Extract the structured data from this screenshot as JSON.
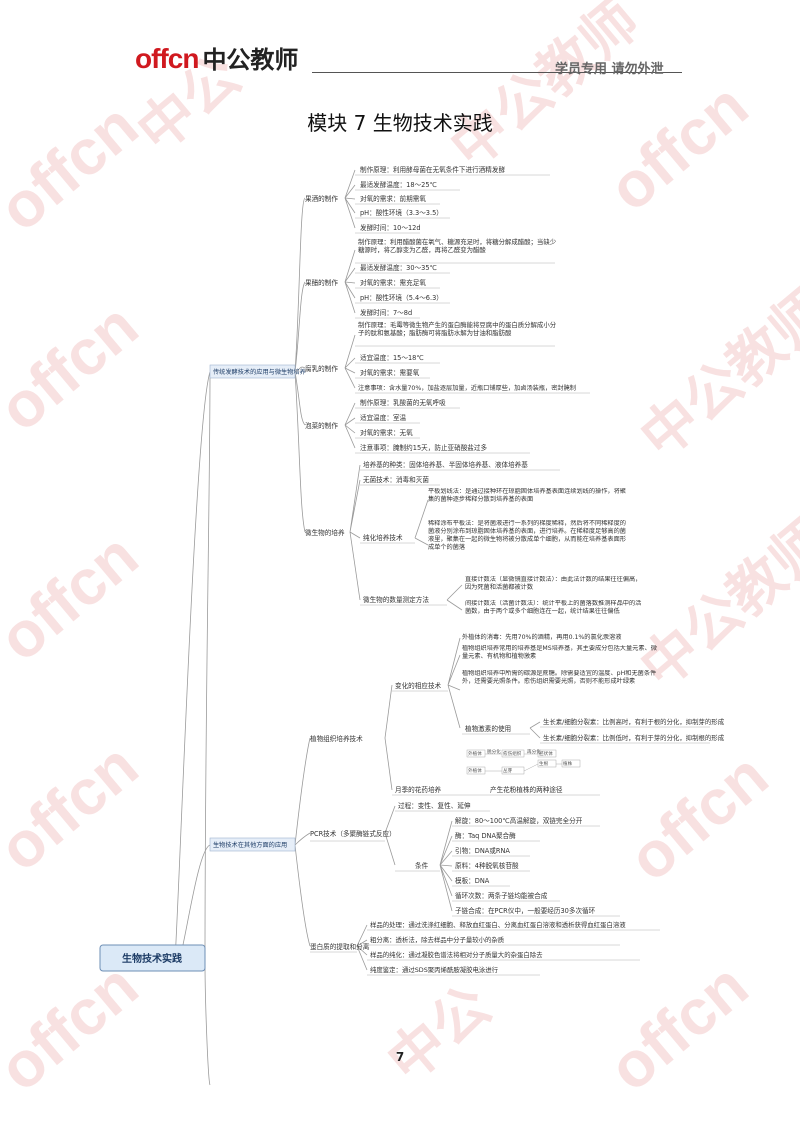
{
  "header": {
    "logo_brand": "offcn",
    "logo_cn": "中公教师",
    "right_text": "学员专用 请勿外泄"
  },
  "title": "模块 7 生物技术实践",
  "page_number": "7",
  "colors": {
    "brand_red": "#d0191f",
    "root_fill": "#dbe9f7",
    "l1_fill": "#e6eef8",
    "line": "#9a9a9a",
    "watermark": "#f3c9c9"
  },
  "mindmap": {
    "root": "生物技术实践",
    "branch_a": "传统发酵技术的应用与微生物培养",
    "branch_b": "生物技术在其他方面的应用",
    "guojiu": "果酒的制作",
    "guojiu_items": [
      "制作原理：利用酵母菌在无氧条件下进行酒精发酵",
      "最适发酵温度：18～25℃",
      "对氧的需求：前期需氧",
      "pH：酸性环境（3.3～3.5）",
      "发酵时间：10～12d"
    ],
    "guocu": "果醋的制作",
    "guocu_items": [
      "制作原理：利用醋酸菌在氧气、糖源充足时，将糖分解成醋酸；当缺少糖源时，将乙醇变为乙醛，再将乙醛变为醋酸",
      "最适发酵温度：30～35℃",
      "对氧的需求：需充足氧",
      "pH：酸性环境（5.4～6.3）",
      "发酵时间：7～8d"
    ],
    "furu": "腐乳的制作",
    "furu_items": [
      "制作原理：毛霉等微生物产生的蛋白酶能将豆腐中的蛋白质分解成小分子的肽和氨基酸；脂肪酶可将脂肪水解为甘油和脂肪酸",
      "适宜温度：15～18℃",
      "对氧的需求：需要氧",
      "注意事项：含水量70%，加盐逐层加量，近瓶口铺厚些，加卤汤装瓶，密封腌制"
    ],
    "paocai": "泡菜的制作",
    "paocai_items": [
      "制作原理：乳酸菌的无氧呼吸",
      "适宜温度：室温",
      "对氧的需求：无氧",
      "注意事项：腌制约15天，防止亚硝酸盐过多"
    ],
    "weisw": "微生物的培养",
    "peiyangji": "培养基的种类：固体培养基、半固体培养基、液体培养基",
    "wujun": "无菌技术：消毒和灭菌",
    "chunhua": "纯化培养技术",
    "pingban": "平板划线法：是通过接种环在琼脂固体培养基表面连续划线的操作，将聚集的菌种逐步稀释分散到培养基的表面",
    "xishi": "稀释涂布平板法：是将菌液进行一系列的梯度稀释，然后将不同稀释度的菌液分别涂布到琼脂固体培养基的表面，进行培养。在稀释度足够高的菌液里，聚集在一起的微生物将被分散成单个细胞，从而能在培养基表面形成单个的菌落",
    "shuliang": "微生物的数量测定方法",
    "jishu": "直接计数法（显微镜直接计数法）：由此法计数的结果往往偏高，因为死菌和活菌都被计数",
    "jianjie": "间接计数法（活菌计数法）：统计平板上的菌落数推测样品中的活菌数，由于两个或多个细胞连在一起，统计结果往往偏低",
    "zhiwu": "植物组织培养技术",
    "bianhua": "变化的相应技术",
    "z1": "外植体的消毒：先用70%的酒精，再用0.1%的氯化汞溶液",
    "z2": "植物组织培养常用的培养基是MS培养基，其主要成分包括大量元素、微量元素、有机物和植物激素",
    "z3": "植物组织培养中所需的碳源是蔗糖。除需要适宜的温度、pH和无菌条件外，还需要光照条件。愈伤组织需要光照，否则不能形成叶绿素",
    "jisu": "植物激素的使用",
    "jisu1": "生长素/细胞分裂素：比例高时，有利于根的分化，抑制芽的形成",
    "jisu2": "生长素/细胞分裂素：比例低时，有利于芽的分化，抑制根的形成",
    "flow": {
      "a": "外植体",
      "b": "脱分化",
      "c": "愈伤组织",
      "d": "再分化",
      "e": "胚状体",
      "f": "丛芽",
      "g": "植株",
      "h": "生根",
      "i": "长出丛芽",
      "j": "试管苗"
    },
    "huafen": "月季的花药培养",
    "huafen_item": "产生花粉植株的两种途径",
    "pcr": "PCR技术（多聚酶链式反应）",
    "pcr_process": "过程：变性、复性、延伸",
    "tiaojian": "条件",
    "pcr_items": [
      "解旋：80～100℃高温解旋，双链完全分开",
      "酶：Taq DNA聚合酶",
      "引物：DNA或RNA",
      "原料：4种脱氧核苷酸",
      "模板：DNA",
      "循环次数：两条子链均能被合成",
      "子链合成：在PCR仪中，一般要经历30多次循环"
    ],
    "danbai": "蛋白质的提取和分离",
    "danbai_items": [
      "样品的处理：通过洗涤红细胞、释放血红蛋白、分离血红蛋白溶液和透析获得血红蛋白溶液",
      "粗分离：透析法，除去样品中分子量较小的杂质",
      "样品的纯化：通过凝胶色谱法将相对分子质量大的杂蛋白除去",
      "纯度鉴定：通过SDS聚丙烯酰胺凝胶电泳进行"
    ]
  }
}
